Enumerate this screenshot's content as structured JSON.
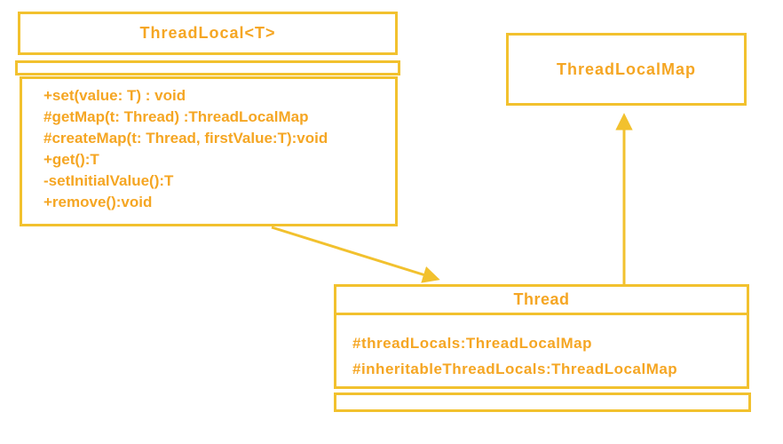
{
  "diagram": {
    "type": "uml-class-diagram",
    "colors": {
      "bg": "#ffffff",
      "line": "#F2C12E",
      "text": "#F5A623"
    },
    "classes": {
      "threadlocal": {
        "title": "ThreadLocal<T>",
        "fields": [],
        "methods": [
          "+set(value: T) : void",
          "#getMap(t: Thread) :ThreadLocalMap",
          "#createMap(t: Thread, firstValue:T):void",
          "+get():T",
          "-setInitialValue():T",
          "+remove():void"
        ]
      },
      "threadlocalmap": {
        "title": "ThreadLocalMap"
      },
      "thread": {
        "title": "Thread",
        "attributes": [
          "#threadLocals:ThreadLocalMap",
          "#inheritableThreadLocals:ThreadLocalMap"
        ]
      }
    },
    "connectors": [
      {
        "name": "threadlocal-to-thread",
        "from": "ThreadLocal<T>",
        "to": "Thread",
        "style": "arrow"
      },
      {
        "name": "thread-to-threadlocalmap",
        "from": "Thread",
        "to": "ThreadLocalMap",
        "style": "arrow"
      }
    ]
  }
}
